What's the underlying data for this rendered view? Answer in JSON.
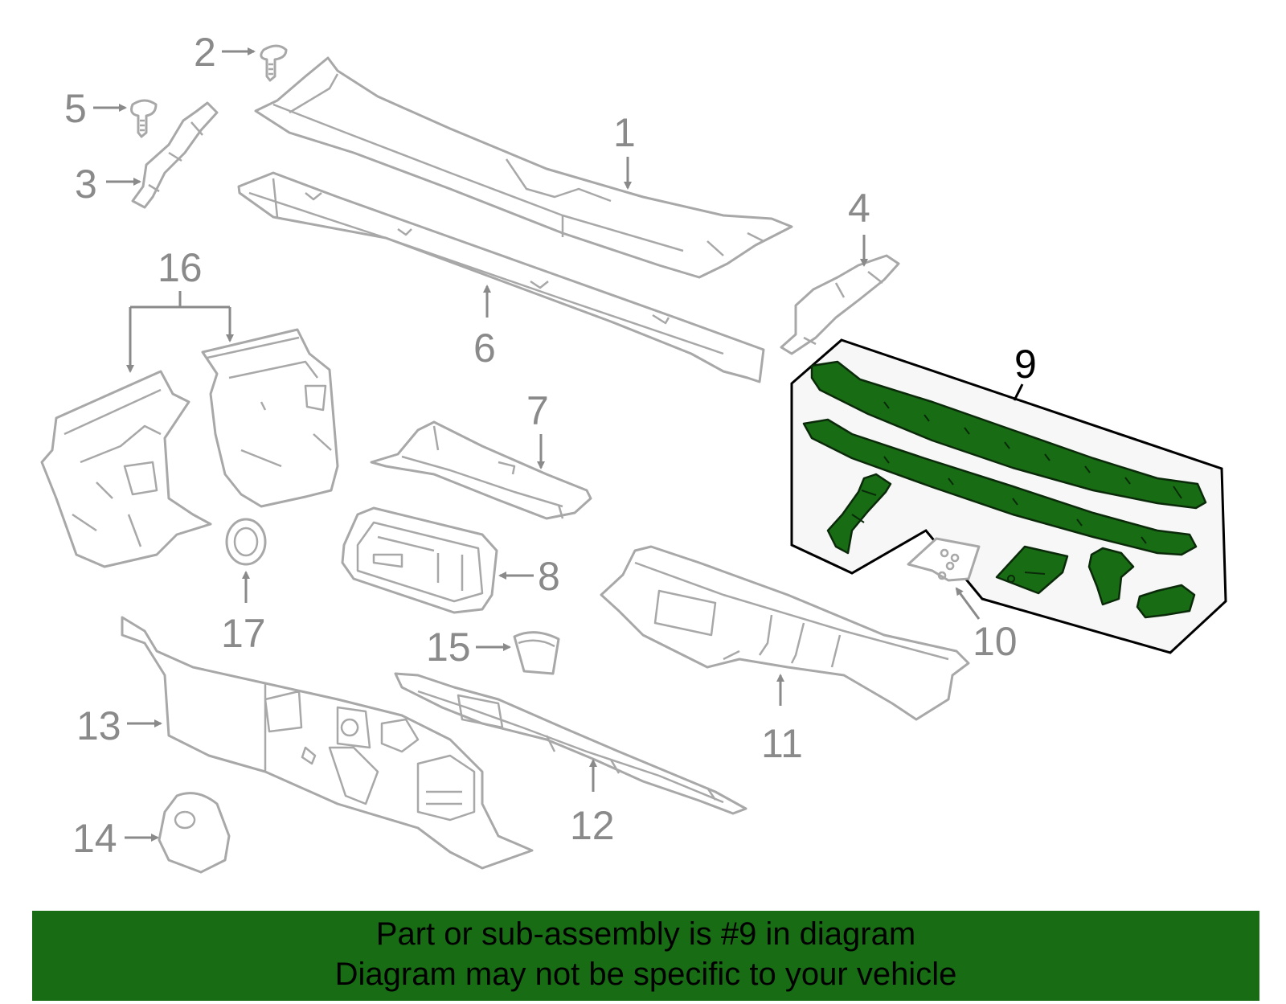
{
  "labels": {
    "l1": "1",
    "l2": "2",
    "l3": "3",
    "l4": "4",
    "l5": "5",
    "l6": "6",
    "l7": "7",
    "l8": "8",
    "l9": "9",
    "l10": "10",
    "l11": "11",
    "l12": "12",
    "l13": "13",
    "l14": "14",
    "l15": "15",
    "l16": "16",
    "l17": "17"
  },
  "selected_part": "9",
  "colors": {
    "highlight": "#176c14",
    "outline": "#a8a8a8",
    "label": "#8a8a8a"
  },
  "footer": {
    "line1": "Part or sub-assembly is #9 in diagram",
    "line2": "Diagram may not be specific to your vehicle"
  }
}
